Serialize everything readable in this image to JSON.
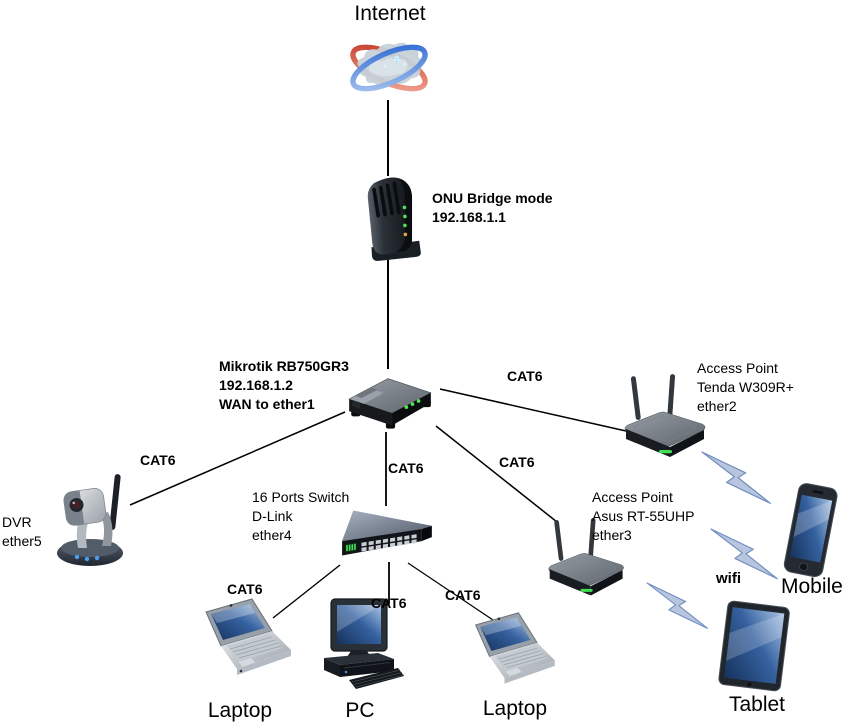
{
  "diagram_title": "Internet",
  "labels": {
    "cat6": "CAT6",
    "wifi": "wifi"
  },
  "devices": {
    "internet": {
      "name": "Internet",
      "icon": "cloud-globe-icon"
    },
    "onu": {
      "icon": "modem-icon",
      "lines": [
        "ONU Bridge mode",
        "192.168.1.1"
      ]
    },
    "mikrotik": {
      "icon": "router-box-icon",
      "lines": [
        "Mikrotik RB750GR3",
        "192.168.1.2",
        "WAN to ether1"
      ]
    },
    "tenda": {
      "icon": "access-point-icon",
      "lines": [
        "Access Point",
        "Tenda W309R+",
        "ether2"
      ]
    },
    "dvr": {
      "icon": "ip-camera-icon",
      "lines": [
        "DVR",
        "ether5"
      ]
    },
    "switch": {
      "icon": "network-switch-icon",
      "lines": [
        "16 Ports Switch",
        "D-Link",
        "ether4"
      ]
    },
    "asus": {
      "icon": "access-point-icon",
      "lines": [
        "Access Point",
        "Asus RT-55UHP",
        "ether3"
      ]
    },
    "laptop_left": {
      "name": "Laptop",
      "icon": "laptop-icon"
    },
    "pc": {
      "name": "PC",
      "icon": "desktop-pc-icon"
    },
    "laptop_right": {
      "name": "Laptop",
      "icon": "laptop-icon"
    },
    "mobile": {
      "name": "Mobile",
      "icon": "smartphone-icon"
    },
    "tablet": {
      "name": "Tablet",
      "icon": "tablet-icon"
    }
  },
  "connections": {
    "wired": [
      "internet-onu",
      "onu-mikrotik",
      "mikrotik-tenda",
      "mikrotik-dvr",
      "mikrotik-switch",
      "mikrotik-asus",
      "switch-laptop_left",
      "switch-pc",
      "switch-laptop_right"
    ],
    "wireless": [
      "tenda-mobile",
      "asus-mobile",
      "asus-tablet"
    ]
  },
  "colors": {
    "line": "#000000",
    "bolt_fill": "#b9c5de",
    "bolt_stroke": "#6f8fbf",
    "led_green": "#3fe052",
    "led_blue": "#4aa0f0",
    "ring_red": "#cf4a34",
    "ring_blue": "#2a63cf",
    "screen_blue": "#2b4f85"
  }
}
